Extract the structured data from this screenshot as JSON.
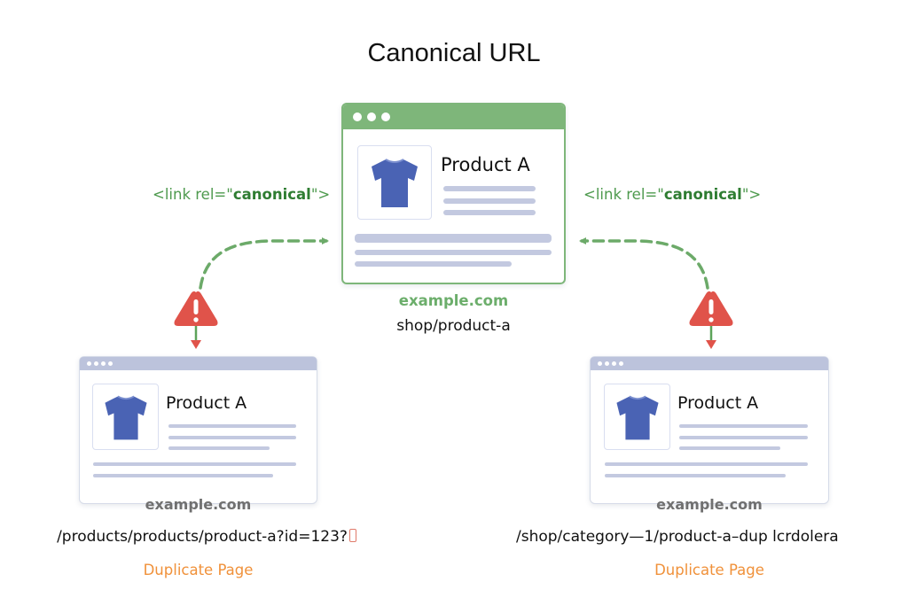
{
  "title": "Canonical URL",
  "canonical_tag": {
    "prefix": "<link rel=\"",
    "keyword": "canonical",
    "suffix": "\">"
  },
  "canonical_page": {
    "product_title": "Product A",
    "domain": "example.com",
    "path": "shop/product-a",
    "icon": "tshirt-icon"
  },
  "duplicate_pages": [
    {
      "product_title": "Product A",
      "domain": "example.com",
      "path": "/products/products/product-a?id=123?",
      "label": "Duplicate Page",
      "icon": "tshirt-icon"
    },
    {
      "product_title": "Product A",
      "domain": "example.com",
      "path": "/shop/category—1/product-a–dup  lcrdolera",
      "label": "Duplicate Page",
      "icon": "tshirt-icon"
    }
  ],
  "warning_icon": "warning-triangle-icon",
  "colors": {
    "canonical_green": "#7eb67a",
    "keyword_green": "#2f7d32",
    "warning_red": "#e0534a",
    "duplicate_orange": "#f0913a",
    "placeholder_lines": "#c3c9e0",
    "shirt_blue": "#4a63b4"
  }
}
